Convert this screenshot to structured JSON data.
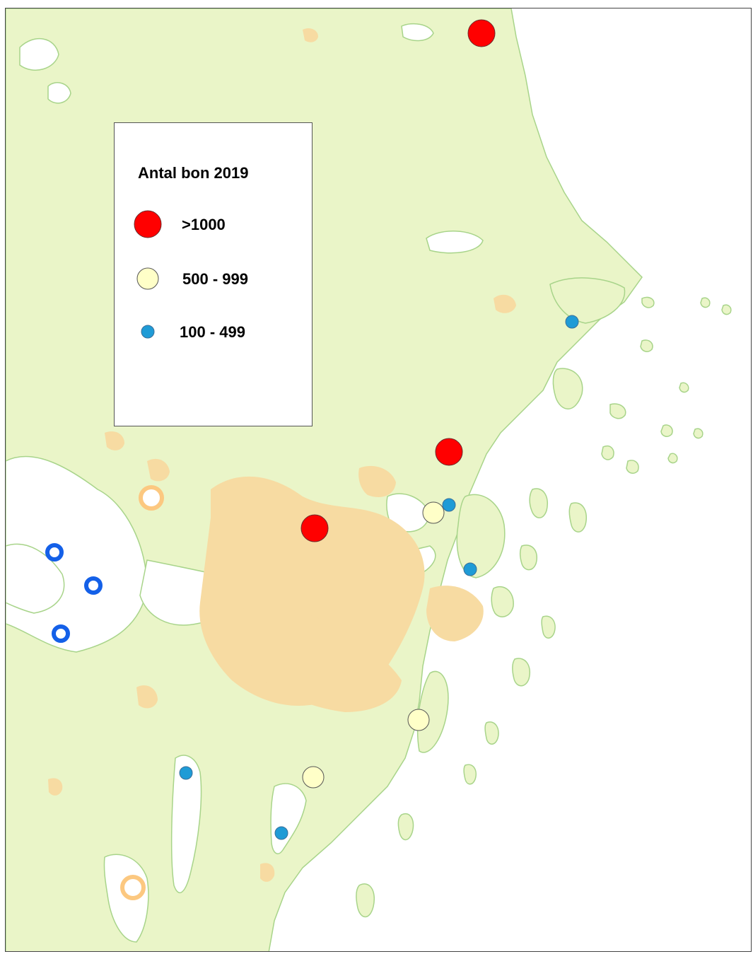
{
  "legend": {
    "title": "Antal bon 2019",
    "items": [
      {
        "label": ">1000",
        "category": "large",
        "color": "#ff0000"
      },
      {
        "label": "500 - 999",
        "category": "medium",
        "color": "#ffffc8"
      },
      {
        "label": "100 - 499",
        "category": "small",
        "color": "#1f9bd6"
      }
    ]
  },
  "colors": {
    "land": "#eaf5c8",
    "land_outline": "#a8d48a",
    "urban": "#f7dba2",
    "water": "#ffffff",
    "ring_blue": "#1460e8",
    "ring_orange": "#fcc880"
  },
  "markers": [
    {
      "category": "large",
      "name": "colony-1"
    },
    {
      "category": "large",
      "name": "colony-2"
    },
    {
      "category": "large",
      "name": "colony-3"
    },
    {
      "category": "medium",
      "name": "colony-4"
    },
    {
      "category": "medium",
      "name": "colony-5"
    },
    {
      "category": "medium",
      "name": "colony-6"
    },
    {
      "category": "small",
      "name": "colony-7"
    },
    {
      "category": "small",
      "name": "colony-8"
    },
    {
      "category": "small",
      "name": "colony-9"
    },
    {
      "category": "small",
      "name": "colony-10"
    },
    {
      "category": "small",
      "name": "colony-11"
    },
    {
      "category": "ring-blue",
      "name": "colony-12"
    },
    {
      "category": "ring-blue",
      "name": "colony-13"
    },
    {
      "category": "ring-blue",
      "name": "colony-14"
    },
    {
      "category": "ring-orange",
      "name": "colony-15"
    },
    {
      "category": "ring-orange",
      "name": "colony-16"
    }
  ]
}
